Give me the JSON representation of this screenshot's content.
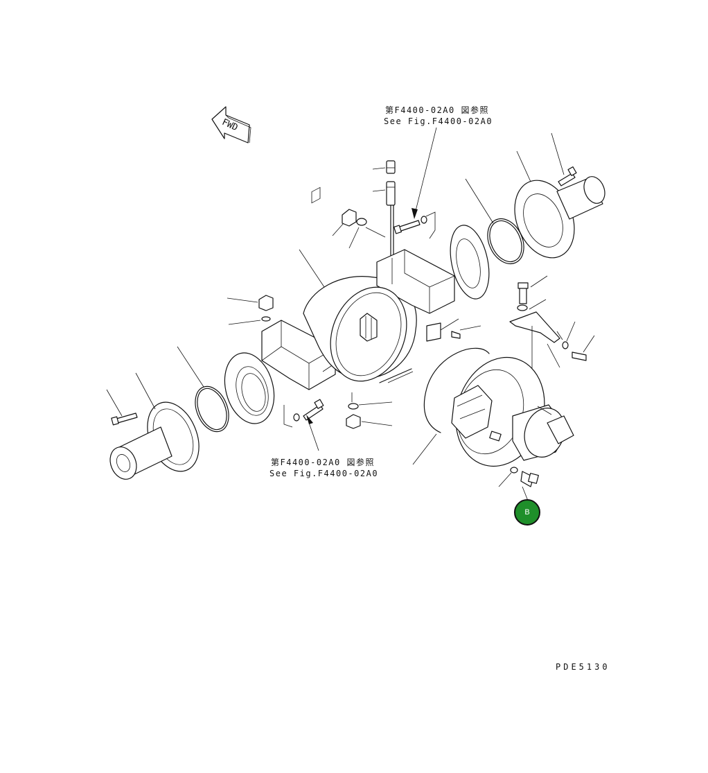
{
  "references": {
    "top_jp": "第F4400-02A0 図参照",
    "top_en": "See Fig.F4400-02A0",
    "bottom_jp": "第F4400-02A0 図参照",
    "bottom_en": "See Fig.F4400-02A0"
  },
  "fwd_label": "FWD",
  "callout": {
    "label": "B",
    "fill_color": "#1f8f2a"
  },
  "figure_id": "PDE5130"
}
